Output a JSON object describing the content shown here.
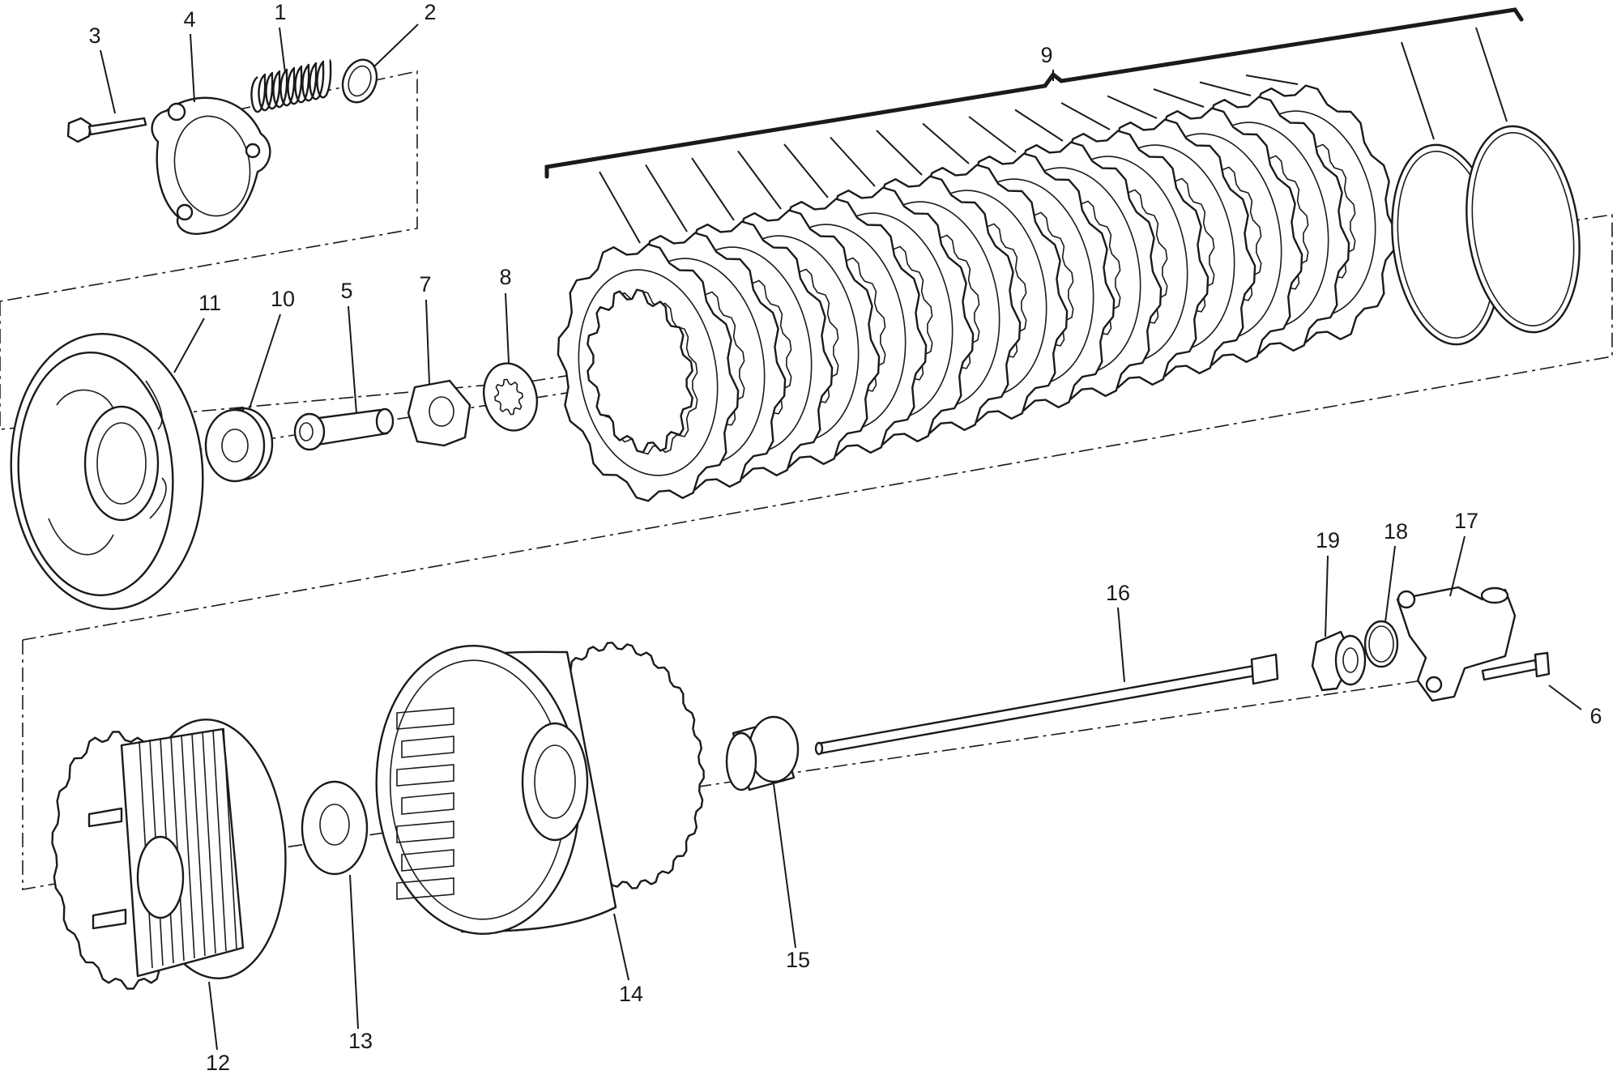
{
  "callouts": [
    {
      "id": "1",
      "label": "1",
      "part": "clutch-spring"
    },
    {
      "id": "2",
      "label": "2",
      "part": "spring-retainer-ring"
    },
    {
      "id": "3",
      "label": "3",
      "part": "spring-screw"
    },
    {
      "id": "4",
      "label": "4",
      "part": "spring-cover-plate"
    },
    {
      "id": "5",
      "label": "5",
      "part": "pushrod-plunger"
    },
    {
      "id": "6",
      "label": "6",
      "part": "cylinder-bolt"
    },
    {
      "id": "7",
      "label": "7",
      "part": "hub-nut"
    },
    {
      "id": "8",
      "label": "8",
      "part": "lock-washer"
    },
    {
      "id": "9",
      "label": "9",
      "part": "clutch-plate-pack"
    },
    {
      "id": "10",
      "label": "10",
      "part": "bearing"
    },
    {
      "id": "11",
      "label": "11",
      "part": "pressure-plate"
    },
    {
      "id": "12",
      "label": "12",
      "part": "clutch-hub"
    },
    {
      "id": "13",
      "label": "13",
      "part": "thrust-washer"
    },
    {
      "id": "14",
      "label": "14",
      "part": "clutch-housing"
    },
    {
      "id": "15",
      "label": "15",
      "part": "bushing"
    },
    {
      "id": "16",
      "label": "16",
      "part": "pushrod"
    },
    {
      "id": "17",
      "label": "17",
      "part": "slave-cylinder"
    },
    {
      "id": "18",
      "label": "18",
      "part": "o-ring"
    },
    {
      "id": "19",
      "label": "19",
      "part": "slave-piston"
    }
  ]
}
